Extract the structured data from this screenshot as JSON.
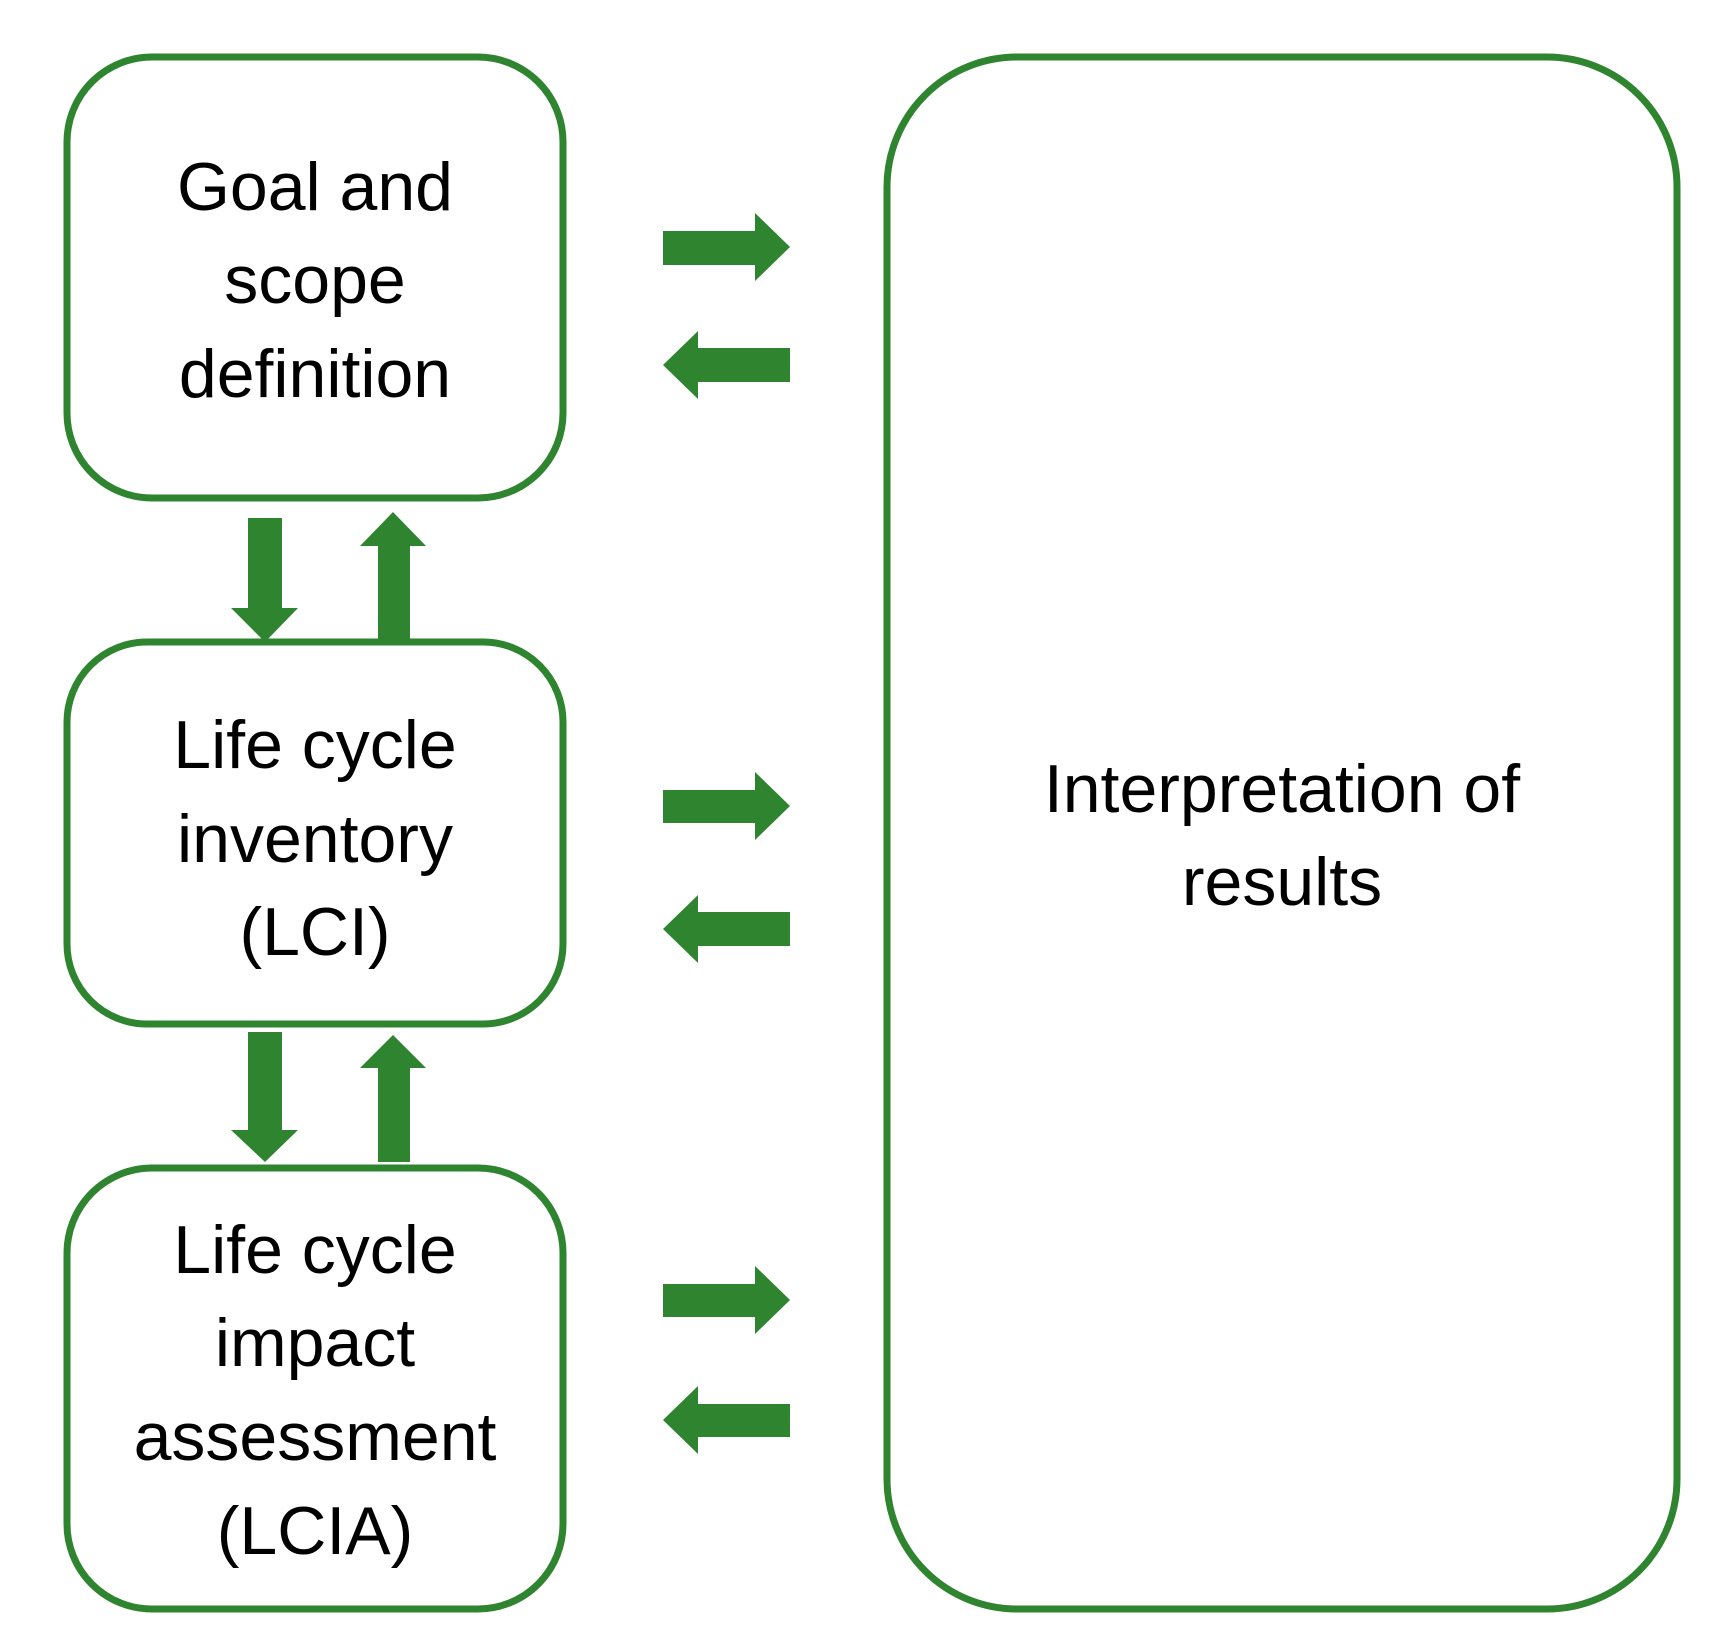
{
  "diagram": {
    "accent_color": "#2f8430",
    "boxes": {
      "goal": {
        "lines": [
          "Goal and",
          "scope",
          "definition"
        ]
      },
      "lci": {
        "lines": [
          "Life cycle",
          "inventory",
          "(LCI)"
        ]
      },
      "lcia": {
        "lines": [
          "Life cycle",
          "impact",
          "assessment",
          "(LCIA)"
        ]
      },
      "interpretation": {
        "lines": [
          "Interpretation of",
          "results"
        ]
      }
    }
  }
}
